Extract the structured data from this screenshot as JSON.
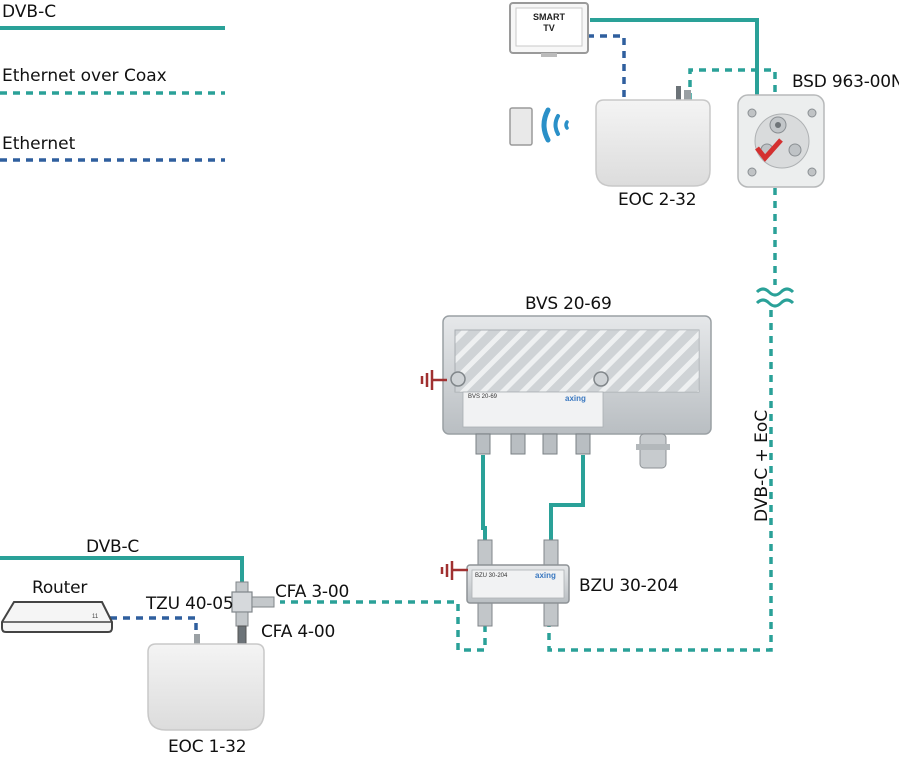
{
  "legend": {
    "dvbc": "DVB-C",
    "eoc": "Ethernet over Coax",
    "ethernet": "Ethernet"
  },
  "labels": {
    "smart_tv_line1": "SMART",
    "smart_tv_line2": "TV",
    "bsd": "BSD 963-00N",
    "eoc232": "EOC 2-32",
    "bvs": "BVS 20-69",
    "dvbc_eoc": "DVB-C + EoC",
    "dvbc_in": "DVB-C",
    "router": "Router",
    "tzu": "TZU 40-05",
    "cfa300": "CFA 3-00",
    "cfa400": "CFA 4-00",
    "bzu": "BZU 30-204",
    "eoc132": "EOC 1-32",
    "bvs_device": "BVS 20-69",
    "bzu_device": "BZU 30-204",
    "brand": "axing"
  },
  "colors": {
    "dvbc": "#2aa198",
    "eoc": "#2aa198",
    "ethernet": "#2f5f9e",
    "ground": "#a03030",
    "wifi": "#2a90c8"
  },
  "icons": [
    "smart-tv-icon",
    "tablet-icon",
    "wifi-icon",
    "router-icon",
    "ground-icon",
    "wall-socket-icon",
    "amplifier-icon",
    "splitter-icon",
    "eoc-adapter-icon"
  ]
}
